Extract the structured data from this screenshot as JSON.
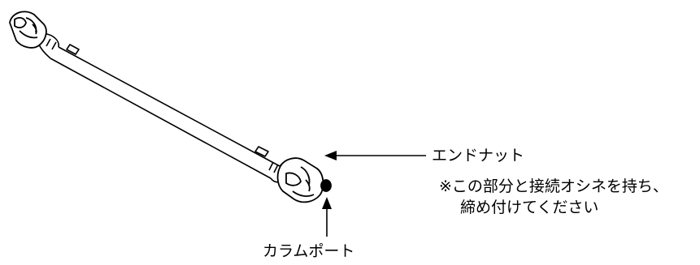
{
  "labels": {
    "end_nut": "エンドナット",
    "note_line1": "※この部分と接続オシネを持ち、",
    "note_line2": "締め付けてください",
    "column_port": "カラムポート"
  },
  "colors": {
    "line": "#000000",
    "background": "#ffffff"
  }
}
